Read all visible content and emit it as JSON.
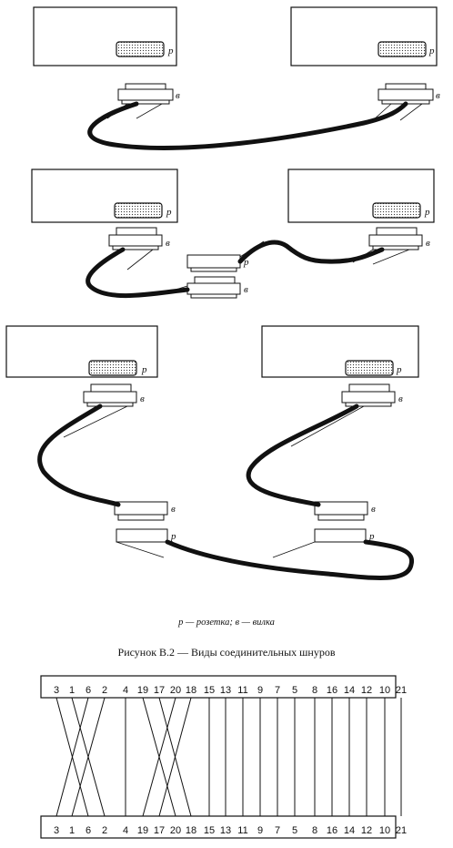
{
  "labels": {
    "socket": "p",
    "plug": "в"
  },
  "legend": "p — розетка; в — вилка",
  "figure_caption": "Рисунок В.2 — Виды соединительных шнуров",
  "pin_top": [
    "3",
    "1",
    "6",
    "2",
    "4",
    "19",
    "17",
    "20",
    "18",
    "15",
    "13",
    "11",
    "9",
    "7",
    "5",
    "8",
    "16",
    "14",
    "12",
    "10",
    "21"
  ],
  "pin_bottom": [
    "3",
    "1",
    "6",
    "2",
    "4",
    "19",
    "17",
    "20",
    "18",
    "15",
    "13",
    "11",
    "9",
    "7",
    "5",
    "8",
    "16",
    "14",
    "12",
    "10",
    "21"
  ]
}
